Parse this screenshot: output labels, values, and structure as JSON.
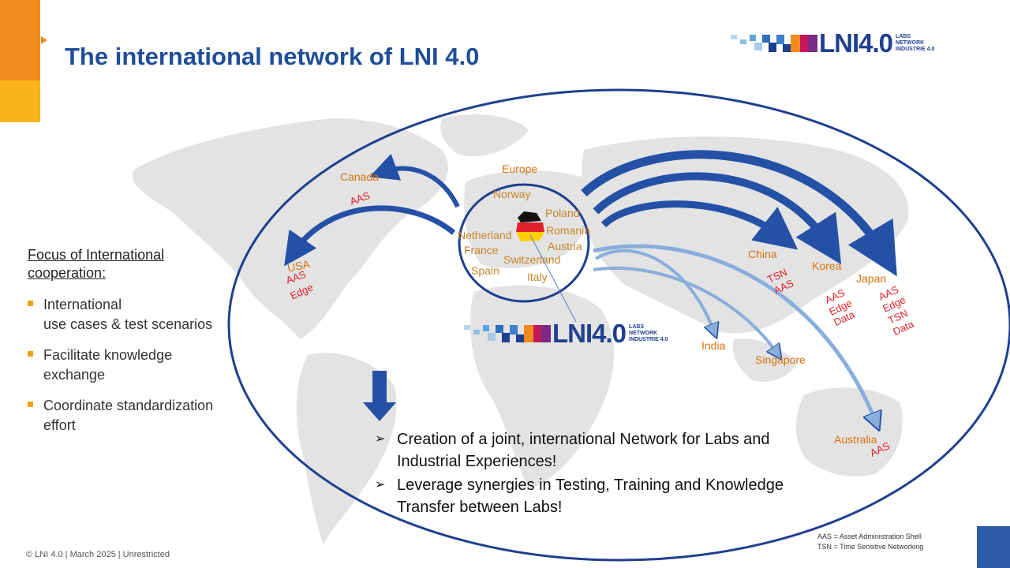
{
  "slide": {
    "title": "The international network of LNI 4.0",
    "logo_text": "LNI4.0",
    "logo_sub": [
      "LABS",
      "NETWORK",
      "INDUSTRIE 4.0"
    ]
  },
  "focus": {
    "heading_line1": "Focus of International",
    "heading_line2": "cooperation:",
    "bullets": [
      {
        "line1": "International",
        "line2": "use cases & test scenarios"
      },
      {
        "line1": "Facilitate knowledge",
        "line2": "exchange"
      },
      {
        "line1": "Coordinate standardization",
        "line2": "effort"
      }
    ]
  },
  "map": {
    "europe_label": "Europe",
    "europe_countries": [
      "Norway",
      "Poland",
      "Romania",
      "Austria",
      "Netherland",
      "France",
      "Switzerland",
      "Spain",
      "Italy"
    ],
    "partners": [
      {
        "name": "Canada",
        "tags": [
          "AAS"
        ]
      },
      {
        "name": "USA",
        "tags": [
          "AAS",
          "Edge"
        ]
      },
      {
        "name": "China",
        "tags": [
          "TSN",
          "AAS"
        ]
      },
      {
        "name": "Korea",
        "tags": [
          "AAS",
          "Edge",
          "Data"
        ]
      },
      {
        "name": "Japan",
        "tags": [
          "AAS",
          "Edge",
          "TSN",
          "Data"
        ]
      },
      {
        "name": "India",
        "tags": []
      },
      {
        "name": "Singapore",
        "tags": []
      },
      {
        "name": "Australia",
        "tags": [
          "AAS"
        ]
      }
    ]
  },
  "callouts": [
    {
      "line1": "Creation of a joint, international Network for Labs and",
      "line2": "Industrial Experiences!"
    },
    {
      "line1": "Leverage synergies in Testing, Training and Knowledge",
      "line2": "Transfer between Labs!"
    }
  ],
  "legend": [
    "AAS = Asset Administration Shell",
    "TSN = Time Sensitive Networking"
  ],
  "footer": "© LNI 4.0 | March 2025 | Unrestricted",
  "colors": {
    "title": "#1f4e99",
    "accent_orange": "#f28a1e",
    "accent_yellow": "#fbb41a",
    "arrow_blue": "#2451a6",
    "tag_red": "#e0202a",
    "country_orange": "#d9730d"
  }
}
